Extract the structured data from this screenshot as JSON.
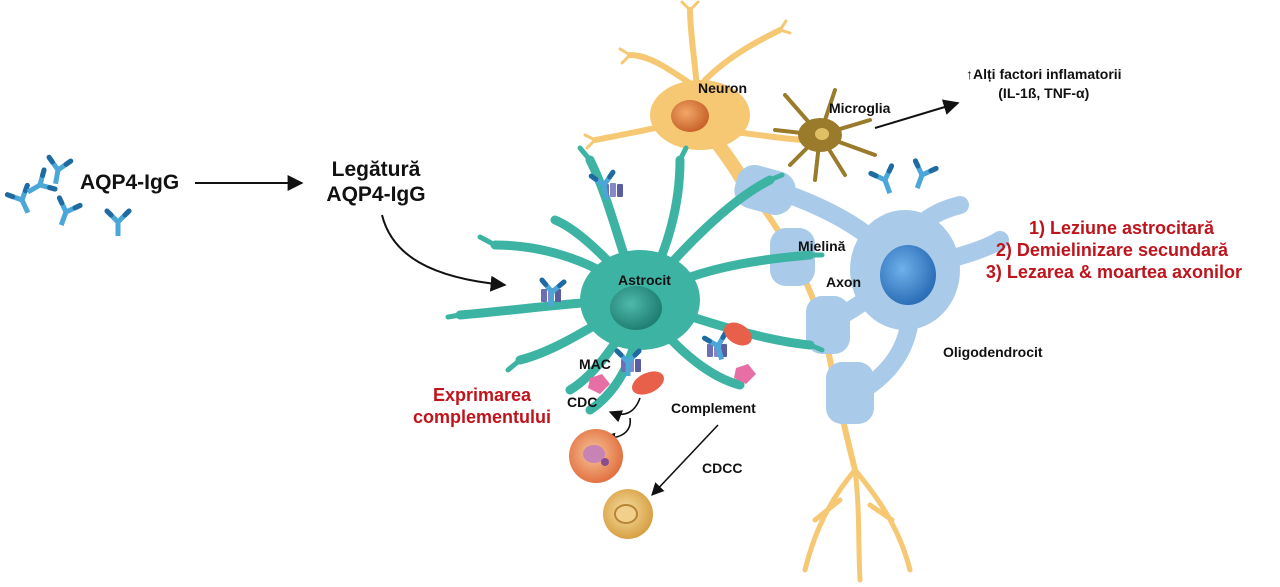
{
  "labels": {
    "aqp4_igg": "AQP4-IgG",
    "binding_line1": "Legătură",
    "binding_line2": "AQP4-IgG",
    "neuron": "Neuron",
    "microglia": "Microglia",
    "other_factors_line1": "↑Alți factori inflamatorii",
    "other_factors_line2": "(IL-1ß, TNF-α)",
    "outcome_1": "1) Leziune astrocitară",
    "outcome_2": "2) Demielinizare secundară",
    "outcome_3": "3) Lezarea & moartea axonilor",
    "myelin": "Mielină",
    "axon": "Axon",
    "astrocyte": "Astrocit",
    "oligodendrocyte": "Oligodendrocit",
    "mac": "MAC",
    "cdc": "CDC",
    "complement": "Complement",
    "cdcc": "CDCC",
    "complement_expression_line1": "Exprimarea",
    "complement_expression_line2": "complementului"
  },
  "colors": {
    "astrocyte": "#3db3a4",
    "neuron": "#f6c873",
    "myelin": "#a9cbe9",
    "microglia": "#9a7b2c",
    "antibody": "#4aa7d8",
    "complement": "#e8604a",
    "outcome_text": "#c0141c"
  }
}
